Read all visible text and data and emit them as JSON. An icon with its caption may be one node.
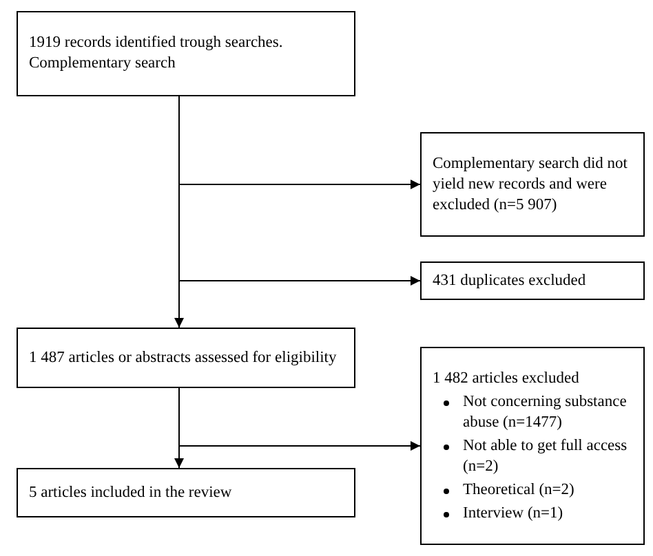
{
  "diagram": {
    "nodes": [
      {
        "text": [
          "1919 records identified trough searches. Complementary search"
        ]
      },
      {
        "text": [
          "Complementary search did not yield new records and were excluded (n=5 907)"
        ]
      },
      {
        "text": [
          "431 duplicates excluded"
        ]
      },
      {
        "text": [
          "1 487 articles or abstracts assessed for eligibility"
        ]
      },
      {
        "text": [
          "1 482 articles excluded",
          "Not concerning substance abuse (n=1477)",
          "Not able to get full access (n=2)",
          "Theoretical (n=2)",
          "Interview (n=1)"
        ]
      },
      {
        "text": [
          "5 articles included in the review"
        ]
      }
    ],
    "edges": [
      {
        "from": 0,
        "to": 3,
        "arrow": "to"
      },
      {
        "from": 0,
        "to": 1,
        "arrow": "to"
      },
      {
        "from": 0,
        "to": 2,
        "arrow": "to"
      },
      {
        "from": 3,
        "to": 5,
        "arrow": "to"
      },
      {
        "from": 3,
        "to": 4,
        "arrow": "to"
      }
    ]
  }
}
